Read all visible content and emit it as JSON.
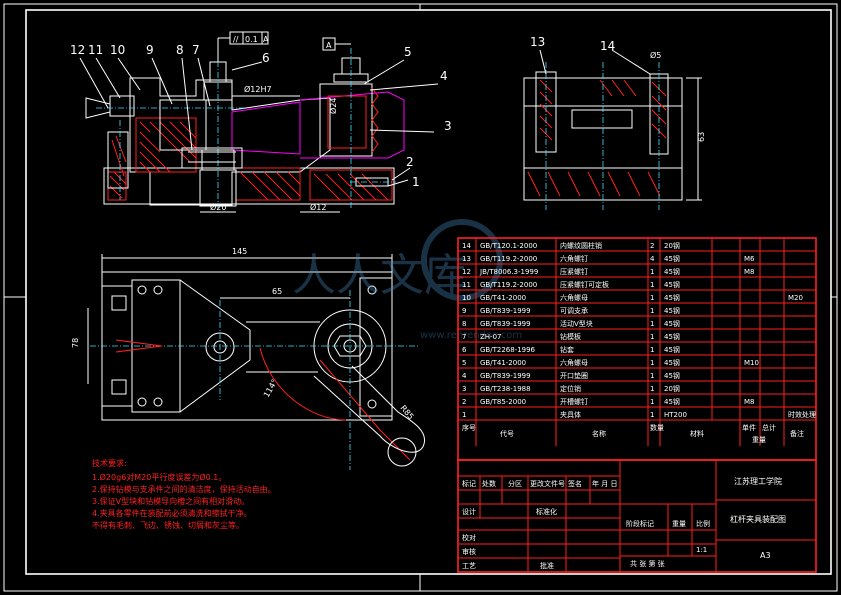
{
  "balloons_front": [
    "12",
    "11",
    "10",
    "9",
    "8",
    "7",
    "6",
    "5",
    "4",
    "3",
    "2",
    "1"
  ],
  "balloons_side": [
    "13",
    "14"
  ],
  "dims": {
    "flatness": "//",
    "flatness_value": "0.1",
    "datum": "A",
    "datum_box": "A",
    "d_12h7": "Ø12H7",
    "d_20": "Ø20",
    "d_12": "Ø12",
    "d_24": "Ø24",
    "d_5": "Ø5",
    "h_63": "63",
    "len_145": "145",
    "len_65": "65",
    "len_78": "78",
    "angle_114": "114°",
    "r_85": "R85"
  },
  "bom": {
    "rows": [
      {
        "no": "14",
        "code": "GB/T120.1-2000",
        "name": "内螺纹圆柱销",
        "qty": "2",
        "material": "20钢",
        "mass": "",
        "note": ""
      },
      {
        "no": "13",
        "code": "GB/T119.2-2000",
        "name": "六角螺钉",
        "qty": "4",
        "material": "45钢",
        "mass": "M6",
        "note": ""
      },
      {
        "no": "12",
        "code": "JB/T8006.3-1999",
        "name": "压紧螺钉",
        "qty": "1",
        "material": "45钢",
        "mass": "M8",
        "note": ""
      },
      {
        "no": "11",
        "code": "GB/T119.2-2000",
        "name": "压紧螺钉可定板",
        "qty": "1",
        "material": "45钢",
        "mass": "",
        "note": ""
      },
      {
        "no": "10",
        "code": "GB/T41-2000",
        "name": "六角螺母",
        "qty": "1",
        "material": "45钢",
        "mass": "",
        "note": "M20"
      },
      {
        "no": "9",
        "code": "GB/T839-1999",
        "name": "可调支承",
        "qty": "1",
        "material": "45钢",
        "mass": "",
        "note": ""
      },
      {
        "no": "8",
        "code": "GB/T839-1999",
        "name": "活动V型块",
        "qty": "1",
        "material": "45钢",
        "mass": "",
        "note": ""
      },
      {
        "no": "7",
        "code": "ZH-07",
        "name": "钻模板",
        "qty": "1",
        "material": "45钢",
        "mass": "",
        "note": ""
      },
      {
        "no": "6",
        "code": "GB/T2268-1996",
        "name": "钻套",
        "qty": "1",
        "material": "45钢",
        "mass": "",
        "note": ""
      },
      {
        "no": "5",
        "code": "GB/T41-2000",
        "name": "六角螺母",
        "qty": "1",
        "material": "45钢",
        "mass": "M10",
        "note": ""
      },
      {
        "no": "4",
        "code": "GB/T839-1999",
        "name": "开口垫圈",
        "qty": "1",
        "material": "45钢",
        "mass": "",
        "note": ""
      },
      {
        "no": "3",
        "code": "GB/T238-1988",
        "name": "定位销",
        "qty": "1",
        "material": "20钢",
        "mass": "",
        "note": ""
      },
      {
        "no": "2",
        "code": "GB/T85-2000",
        "name": "开槽螺钉",
        "qty": "1",
        "material": "45钢",
        "mass": "M8",
        "note": ""
      },
      {
        "no": "1",
        "code": "",
        "name": "夹具体",
        "qty": "1",
        "material": "HT200",
        "mass": "",
        "note": "时效处理"
      }
    ],
    "header": {
      "no": "序号",
      "code": "代号",
      "name": "名称",
      "qty": "数量",
      "material": "材料",
      "unit_mass": "单件",
      "total_mass": "总计",
      "mass_label": "重量",
      "note": "备注"
    }
  },
  "title_block": {
    "school": "江苏理工学院",
    "drawing_name": "杠杆夹具装配图",
    "drawing_no": "A3",
    "scale": "1:1",
    "row_marks": "标记",
    "row_count": "处数",
    "row_zone": "分区",
    "row_change": "更改文件号",
    "row_sign": "签名",
    "row_date": "年 月 日",
    "design": "设计",
    "standardize": "标准化",
    "check": "校对",
    "review": "审核",
    "process": "工艺",
    "approve": "批准",
    "stage_mark": "阶段标记",
    "weight": "重量",
    "scale_label": "比例",
    "sheets": "共  张  第  张"
  },
  "notes": {
    "title": "技术要求:",
    "lines": [
      "1.Ø20g6对M20平行度误差为Ø0.1。",
      "2.保持钻模与支承件之间的清洁度，保持活动自由。",
      "3.保证V型块和钻模导向槽之间有相对滑动。",
      "4.夹具各零件在装配前必须清洗和擦拭干净。",
      "不得有毛刺、飞边、锈蚀、切屑和灰尘等。"
    ]
  },
  "watermark": {
    "text": "人人文库",
    "url": "www.renrendoc.com"
  }
}
